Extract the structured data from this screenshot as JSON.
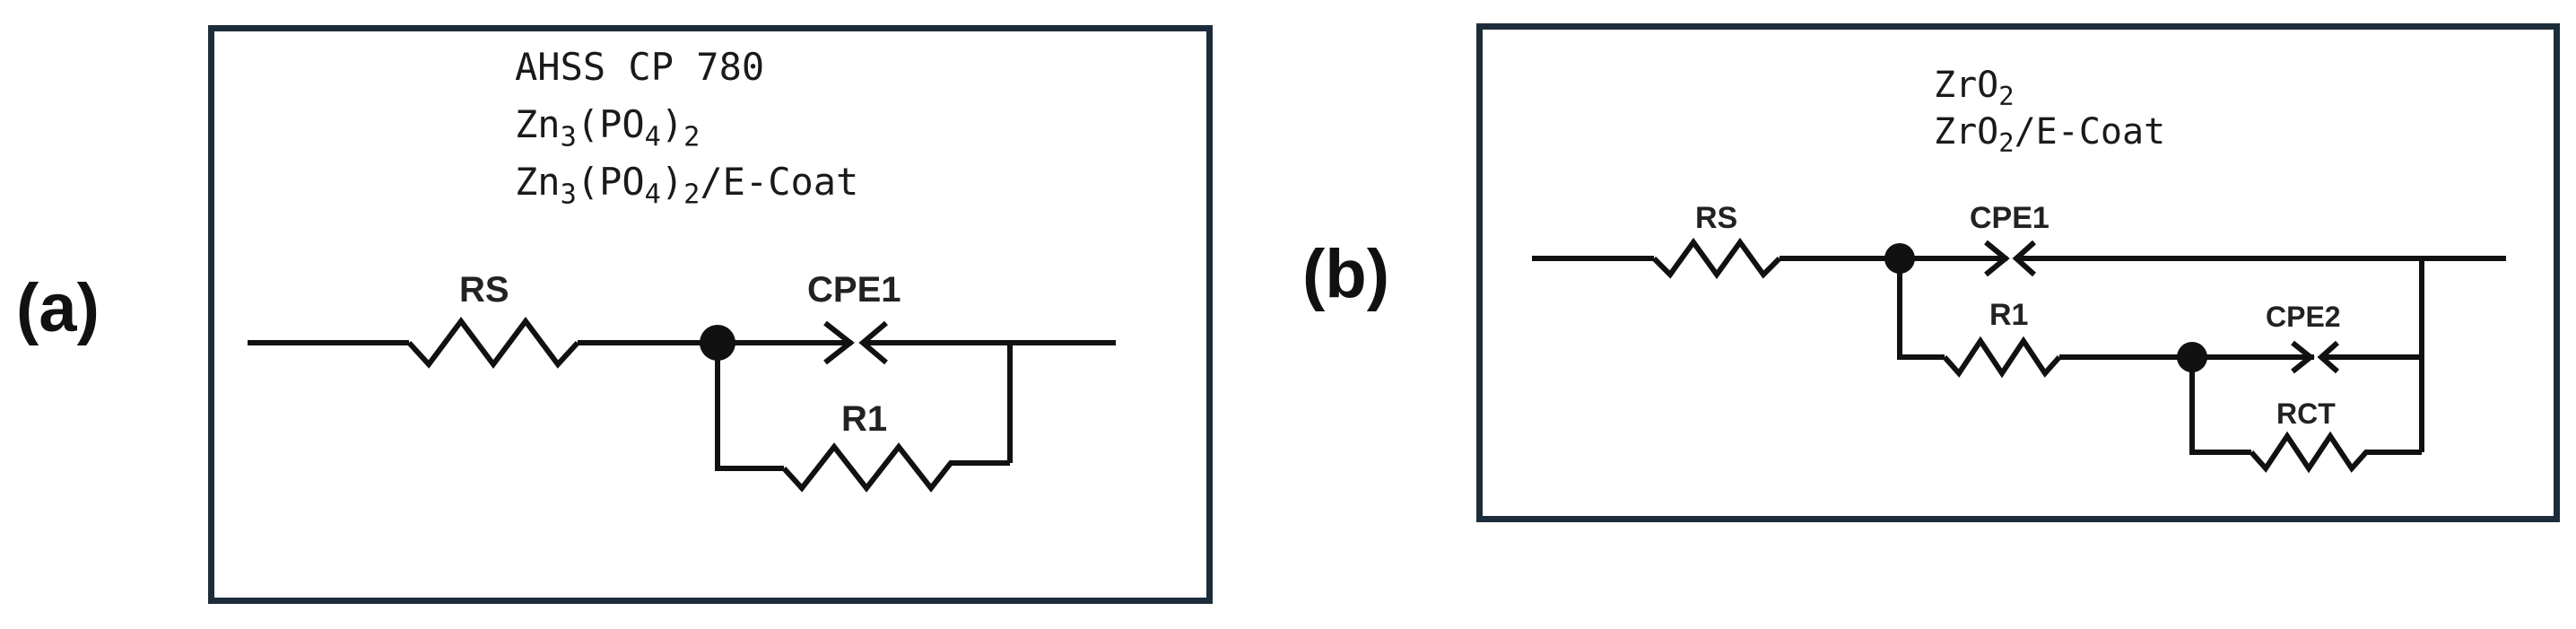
{
  "panel_a": {
    "label": "(a)",
    "legend": [
      {
        "text": "AHSS CP 780"
      },
      {
        "base": "Zn",
        "sub1": "3",
        "mid": "(PO",
        "sub2": "4",
        "end": ")",
        "sub3": "2",
        "tail": ""
      },
      {
        "base": "Zn",
        "sub1": "3",
        "mid": "(PO",
        "sub2": "4",
        "end": ")",
        "sub3": "2",
        "tail": "/E-Coat"
      }
    ],
    "components": {
      "rs": "RS",
      "cpe1": "CPE1",
      "r1": "R1"
    }
  },
  "panel_b": {
    "label": "(b)",
    "legend": [
      {
        "base": "ZrO",
        "sub": "2",
        "tail": ""
      },
      {
        "base": "ZrO",
        "sub": "2",
        "tail": "/E-Coat"
      }
    ],
    "components": {
      "rs": "RS",
      "cpe1": "CPE1",
      "r1": "R1",
      "cpe2": "CPE2",
      "rct": "RCT"
    }
  },
  "colors": {
    "frame": "#1d2c3a",
    "wire": "#111111",
    "label": "#222222"
  }
}
